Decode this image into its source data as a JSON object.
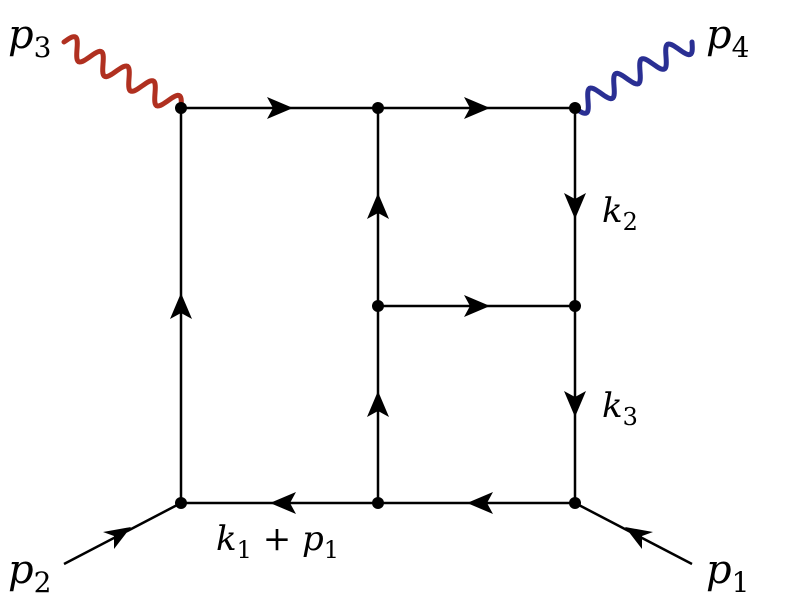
{
  "diagram": {
    "external_legs": [
      {
        "id": "p3",
        "label_main": "p",
        "label_sub": "3",
        "kind": "photon",
        "color": "#b03020"
      },
      {
        "id": "p4",
        "label_main": "p",
        "label_sub": "4",
        "kind": "photon",
        "color": "#2a2f93"
      },
      {
        "id": "p2",
        "label_main": "p",
        "label_sub": "2",
        "kind": "incoming-line"
      },
      {
        "id": "p1",
        "label_main": "p",
        "label_sub": "1",
        "kind": "incoming-line"
      }
    ],
    "momentum_labels": [
      {
        "id": "k2",
        "text_main": "k",
        "text_sub": "2"
      },
      {
        "id": "k3",
        "text_main": "k",
        "text_sub": "3"
      },
      {
        "id": "k1p1",
        "parts": [
          "k",
          "1",
          " + ",
          "p",
          "1"
        ]
      }
    ],
    "colors": {
      "line": "#000000",
      "photon_p3": "#b03020",
      "photon_p4": "#2a2f93"
    }
  }
}
